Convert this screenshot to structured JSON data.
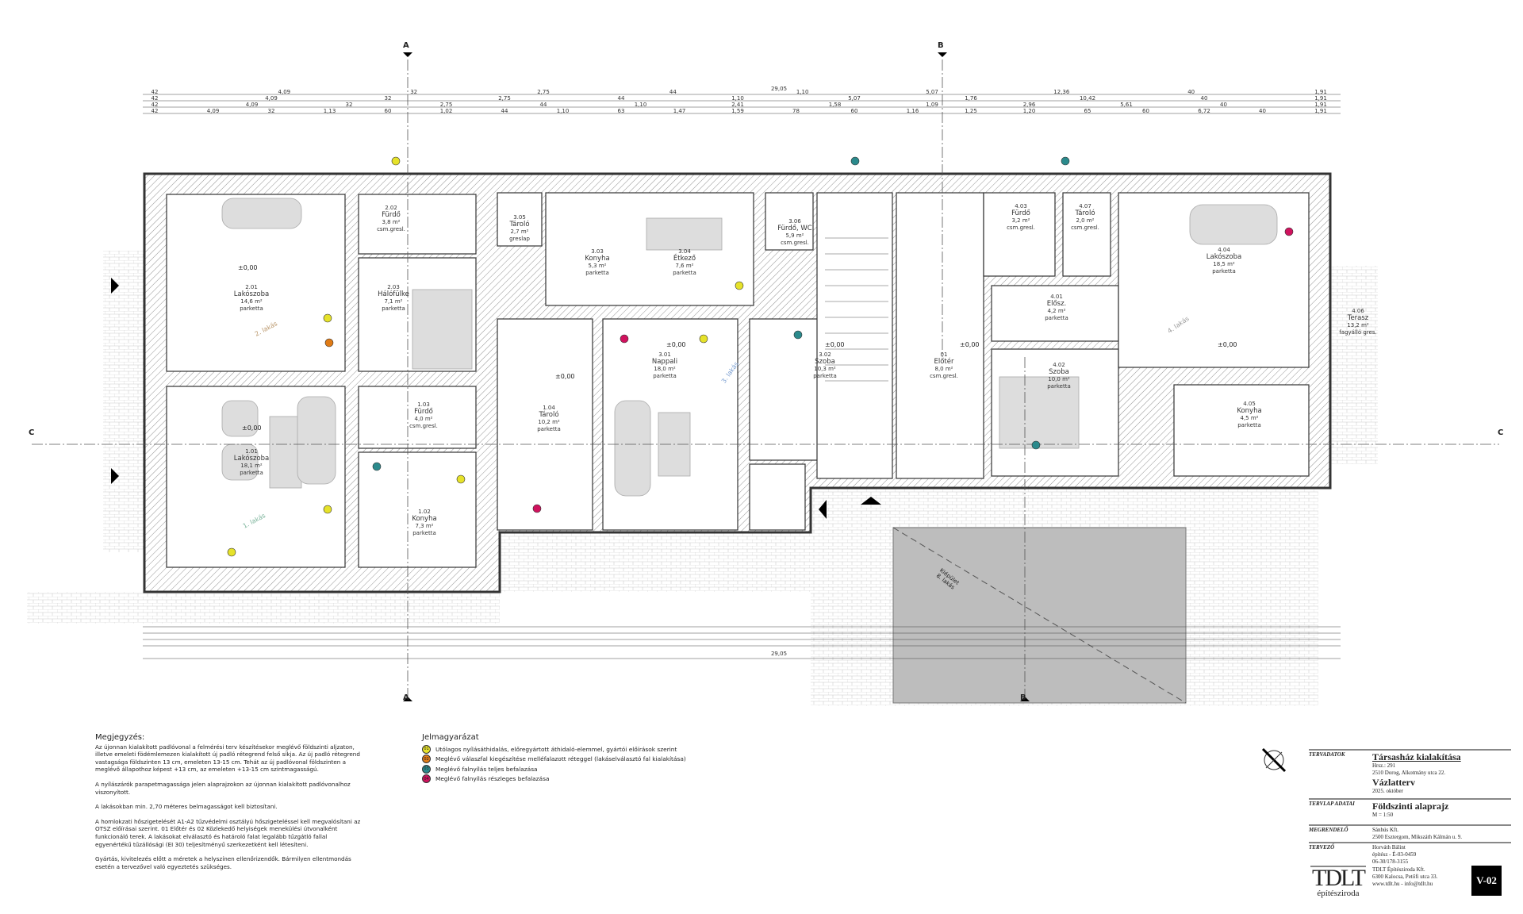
{
  "sections": {
    "a": "A",
    "b": "B",
    "c": "C"
  },
  "overall_dim": "29,05",
  "dim_rows_top": [
    [
      "42",
      "4,09",
      "32",
      "2,75",
      "44",
      "1,10",
      "5,07",
      "12,36",
      "40",
      "1,91"
    ],
    [
      "42",
      "4,09",
      "32",
      "2,75",
      "44",
      "1,10",
      "5,07",
      "1,76",
      "10,42",
      "40",
      "1,91"
    ],
    [
      "42",
      "4,09",
      "32",
      "2,75",
      "44",
      "1,10",
      "2,41",
      "1,58",
      "1,09",
      "2,96",
      "5,61",
      "40",
      "1,91"
    ],
    [
      "42",
      "4,09",
      "32",
      "1,13",
      "60",
      "1,02",
      "44",
      "1,10",
      "63",
      "1,47",
      "1,59",
      "78",
      "60",
      "1,16",
      "1,25",
      "1,20",
      "65",
      "60",
      "6,72",
      "40",
      "1,91"
    ]
  ],
  "level": "±0,00",
  "rooms": [
    {
      "no": "2.01",
      "name": "Lakószoba",
      "area": "14,6 m²",
      "floor": "parketta"
    },
    {
      "no": "2.02",
      "name": "Fürdő",
      "area": "3,8 m²",
      "floor": "csm.gresl."
    },
    {
      "no": "2.03",
      "name": "Hálófülke",
      "area": "7,1 m²",
      "floor": "parketta"
    },
    {
      "no": "1.01",
      "name": "Lakószoba",
      "area": "18,1 m²",
      "floor": "parketta"
    },
    {
      "no": "1.03",
      "name": "Fürdő",
      "area": "4,0 m²",
      "floor": "csm.gresl."
    },
    {
      "no": "1.02",
      "name": "Konyha",
      "area": "7,3 m²",
      "floor": "parketta"
    },
    {
      "no": "3.05",
      "name": "Tároló",
      "area": "2,7 m²",
      "floor": "greslap"
    },
    {
      "no": "3.03",
      "name": "Konyha",
      "area": "5,3 m²",
      "floor": "parketta"
    },
    {
      "no": "3.04",
      "name": "Étkező",
      "area": "7,6 m²",
      "floor": "parketta"
    },
    {
      "no": "3.06",
      "name": "Fürdő, WC",
      "area": "5,9 m²",
      "floor": "csm.gresl."
    },
    {
      "no": "3.01",
      "name": "Nappali",
      "area": "18,0 m²",
      "floor": "parketta"
    },
    {
      "no": "3.02",
      "name": "Szoba",
      "area": "10,3 m²",
      "floor": "parketta"
    },
    {
      "no": "1.04",
      "name": "Tároló",
      "area": "10,2 m²",
      "floor": "parketta"
    },
    {
      "no": "01",
      "name": "Előtér",
      "area": "8,0 m²",
      "floor": "csm.gresl."
    },
    {
      "no": "4.03",
      "name": "Fürdő",
      "area": "3,2 m²",
      "floor": "csm.gresl."
    },
    {
      "no": "4.07",
      "name": "Tároló",
      "area": "2,0 m²",
      "floor": "csm.gresl."
    },
    {
      "no": "4.01",
      "name": "Elősz.",
      "area": "4,2 m²",
      "floor": "parketta"
    },
    {
      "no": "4.02",
      "name": "Szoba",
      "area": "10,0 m²",
      "floor": "parketta"
    },
    {
      "no": "4.04",
      "name": "Lakószoba",
      "area": "18,5 m²",
      "floor": "parketta"
    },
    {
      "no": "4.05",
      "name": "Konyha",
      "area": "4,5 m²",
      "floor": "parketta"
    },
    {
      "no": "4.06",
      "name": "Terasz",
      "area": "13,2 m²",
      "floor": "fagyálló gres."
    }
  ],
  "apartments": [
    "1. lakás",
    "2. lakás",
    "3. lakás",
    "4. lakás"
  ],
  "annex": {
    "line1": "Kiépület",
    "line2": "8. lakás"
  },
  "notes": {
    "title": "Megjegyzés:",
    "p1": "Az újonnan kialakított padlóvonal a felmérési terv készítésekor meglévő földszinti aljzaton, illetve emeleti födémlemezen kialakított új padló rétegrend felső síkja. Az új padló rétegrend vastagsága földszinten 13 cm, emeleten 13-15 cm. Tehát az új padlóvonal földszinten a meglévő állapothoz képest +13 cm, az emeleten +13-15 cm szintmagasságú.",
    "p2": "A nyílászárók parapetmagassága jelen alaprajzokon az újonnan kialakított padlóvonalhoz viszonyított.",
    "p3": "A lakásokban min. 2,70 méteres belmagasságot kell biztosítani.",
    "p4": "A homlokzati hőszigetelését A1-A2 tűzvédelmi osztályú hőszigeteléssel kell megvalósítani az OTSZ előírásai szerint. 01 Előtér és 02 Közlekedő helyiségek menekülési útvonalként funkcionáló terek. A lakásokat elválasztó és határoló falat legalább tűzgátló fallal egyenértékű tűzállósági (EI 30) teljesítményű szerkezetként kell létesíteni.",
    "p5": "Gyártás, kivitelezés előtt a méretek a helyszínen ellenőrizendők. Bármilyen ellentmondás esetén a tervezővel való egyeztetés szükséges."
  },
  "legend": {
    "title": "Jelmagyarázat",
    "items": [
      {
        "code": "01",
        "color": "#e6e22a",
        "text": "Utólagos nyílásáthidalás, előregyártott áthidaló-elemmel, gyártói előírások szerint"
      },
      {
        "code": "02",
        "color": "#e07b16",
        "text": "Meglévő válaszfal kiegészítése melléfalazott réteggel (lakáselválasztó fal kialakítása)"
      },
      {
        "code": "03",
        "color": "#2b8a8c",
        "text": "Meglévő falnyílás teljes befalazása"
      },
      {
        "code": "04",
        "color": "#d0125e",
        "text": "Meglévő falnyílás részleges befalazása"
      }
    ]
  },
  "title_block": {
    "l_project": "TERVADATOK",
    "project": "Társasház kialakítása",
    "hrsz": "Hrsz.: 291",
    "address": "2510 Dorog, Alkotmány utca 22.",
    "phase": "Vázlatterv",
    "date": "2025. október",
    "l_sheet": "TERVLAP ADATAI",
    "sheet": "Földszinti alaprajz",
    "scale": "M = 1:50",
    "l_client": "MEGRENDELŐ",
    "client": "Sánhús Kft.",
    "client_addr": "2500 Esztergom, Mikszáth Kálmán u. 9.",
    "l_designer": "TERVEZŐ",
    "designer": "Horváth Bálint",
    "designer_reg": "építész  -  É-03-0459",
    "designer_tel": "06-30/178-3155",
    "logo1": "TDLT",
    "logo2": "építésziroda",
    "office": "TDLT Építésziroda Kft.",
    "office_addr": "6300 Kalocsa, Petőfi utca 33.",
    "office_web": "www.tdlt.hu - info@tdlt.hu",
    "sheet_no": "V-02"
  }
}
